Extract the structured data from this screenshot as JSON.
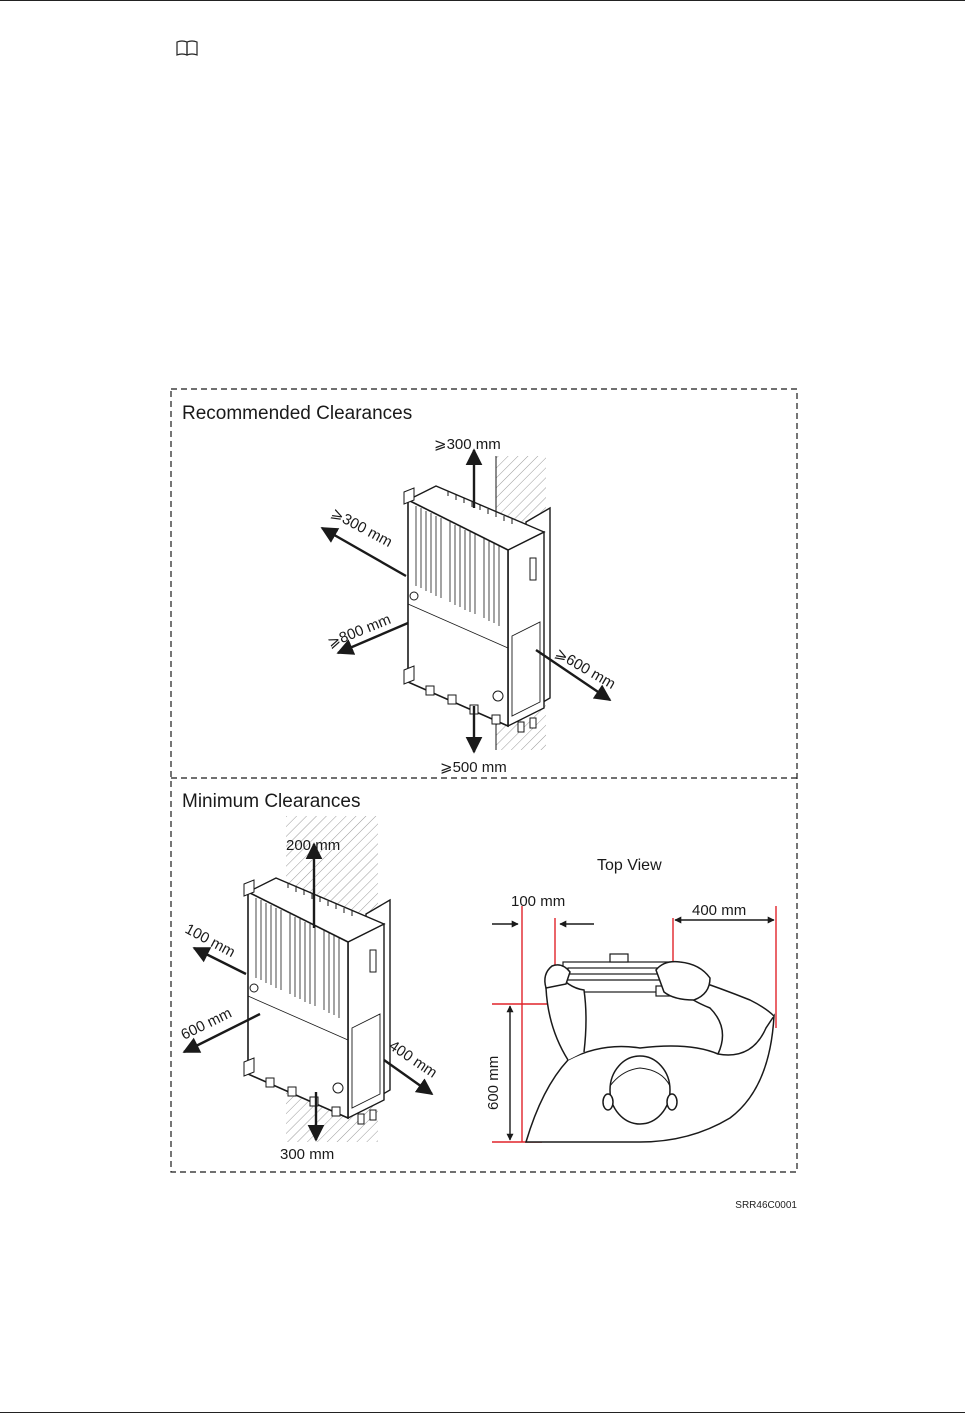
{
  "recommended": {
    "title": "Recommended Clearances",
    "top": "⩾300 mm",
    "front": "⩾300 mm",
    "left": "⩾800 mm",
    "right": "⩾600 mm",
    "bottom": "⩾500 mm"
  },
  "minimum": {
    "title": "Minimum Clearances",
    "top": "200 mm",
    "front": "100 mm",
    "left": "600 mm",
    "right": "400 mm",
    "bottom": "300 mm"
  },
  "top_view": {
    "title": "Top View",
    "left_gap": "100 mm",
    "right_gap": "400 mm",
    "depth": "600 mm"
  },
  "figure_id": "SRR46C0001",
  "colors": {
    "dimension_line": "#e0232a",
    "line": "#1a1a1a",
    "hatch": "#9a9a9a"
  },
  "icons": {
    "note": "open-book-icon"
  }
}
